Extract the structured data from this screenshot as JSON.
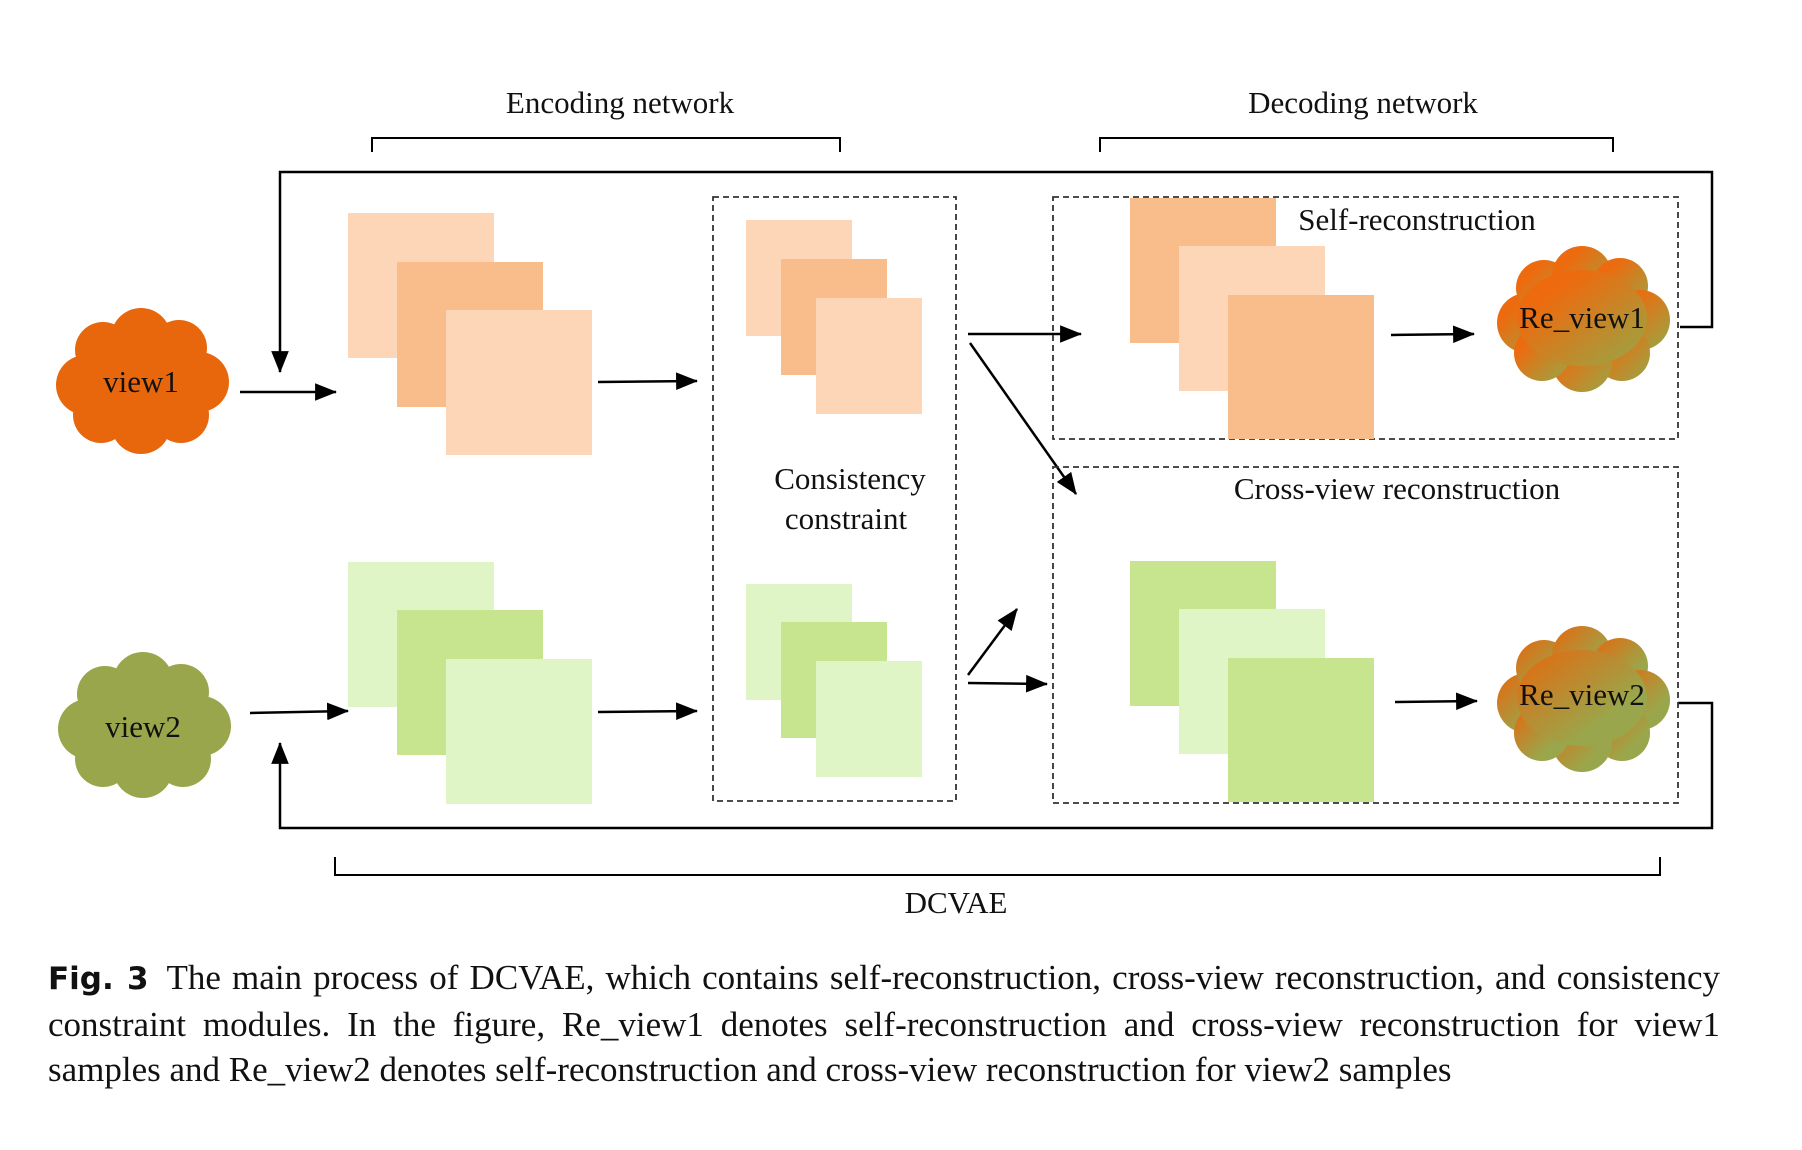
{
  "diagram": {
    "labels": {
      "encoding_network": "Encoding network",
      "decoding_network": "Decoding network",
      "self_reconstruction": "Self-reconstruction",
      "consistency_line1": "Consistency",
      "consistency_line2": "constraint",
      "cross_view_reconstruction": "Cross-view reconstruction",
      "dcvae": "DCVAE",
      "view1": "view1",
      "view2": "view2",
      "re_view1": "Re_view1",
      "re_view2": "Re_view2"
    },
    "colors": {
      "orange_light": "#fdd6b8",
      "orange_mid": "#f9bc8b",
      "green_light": "#dff5c5",
      "green_mid": "#c6e58e",
      "view1_cloud": "#e8660c",
      "view2_cloud": "#9aa64b",
      "re_gradient_start": "#ee6a0e",
      "re_gradient_end": "#95a847",
      "line": "#000000"
    }
  },
  "caption": {
    "label": "Fig. 3",
    "text": "The main process of DCVAE, which contains self-reconstruction, cross-view reconstruction, and consistency constraint modules. In the figure, Re_view1 denotes self-reconstruction and cross-view reconstruction for view1 samples and Re_view2 denotes self-reconstruction and cross-view reconstruction for view2 samples"
  }
}
